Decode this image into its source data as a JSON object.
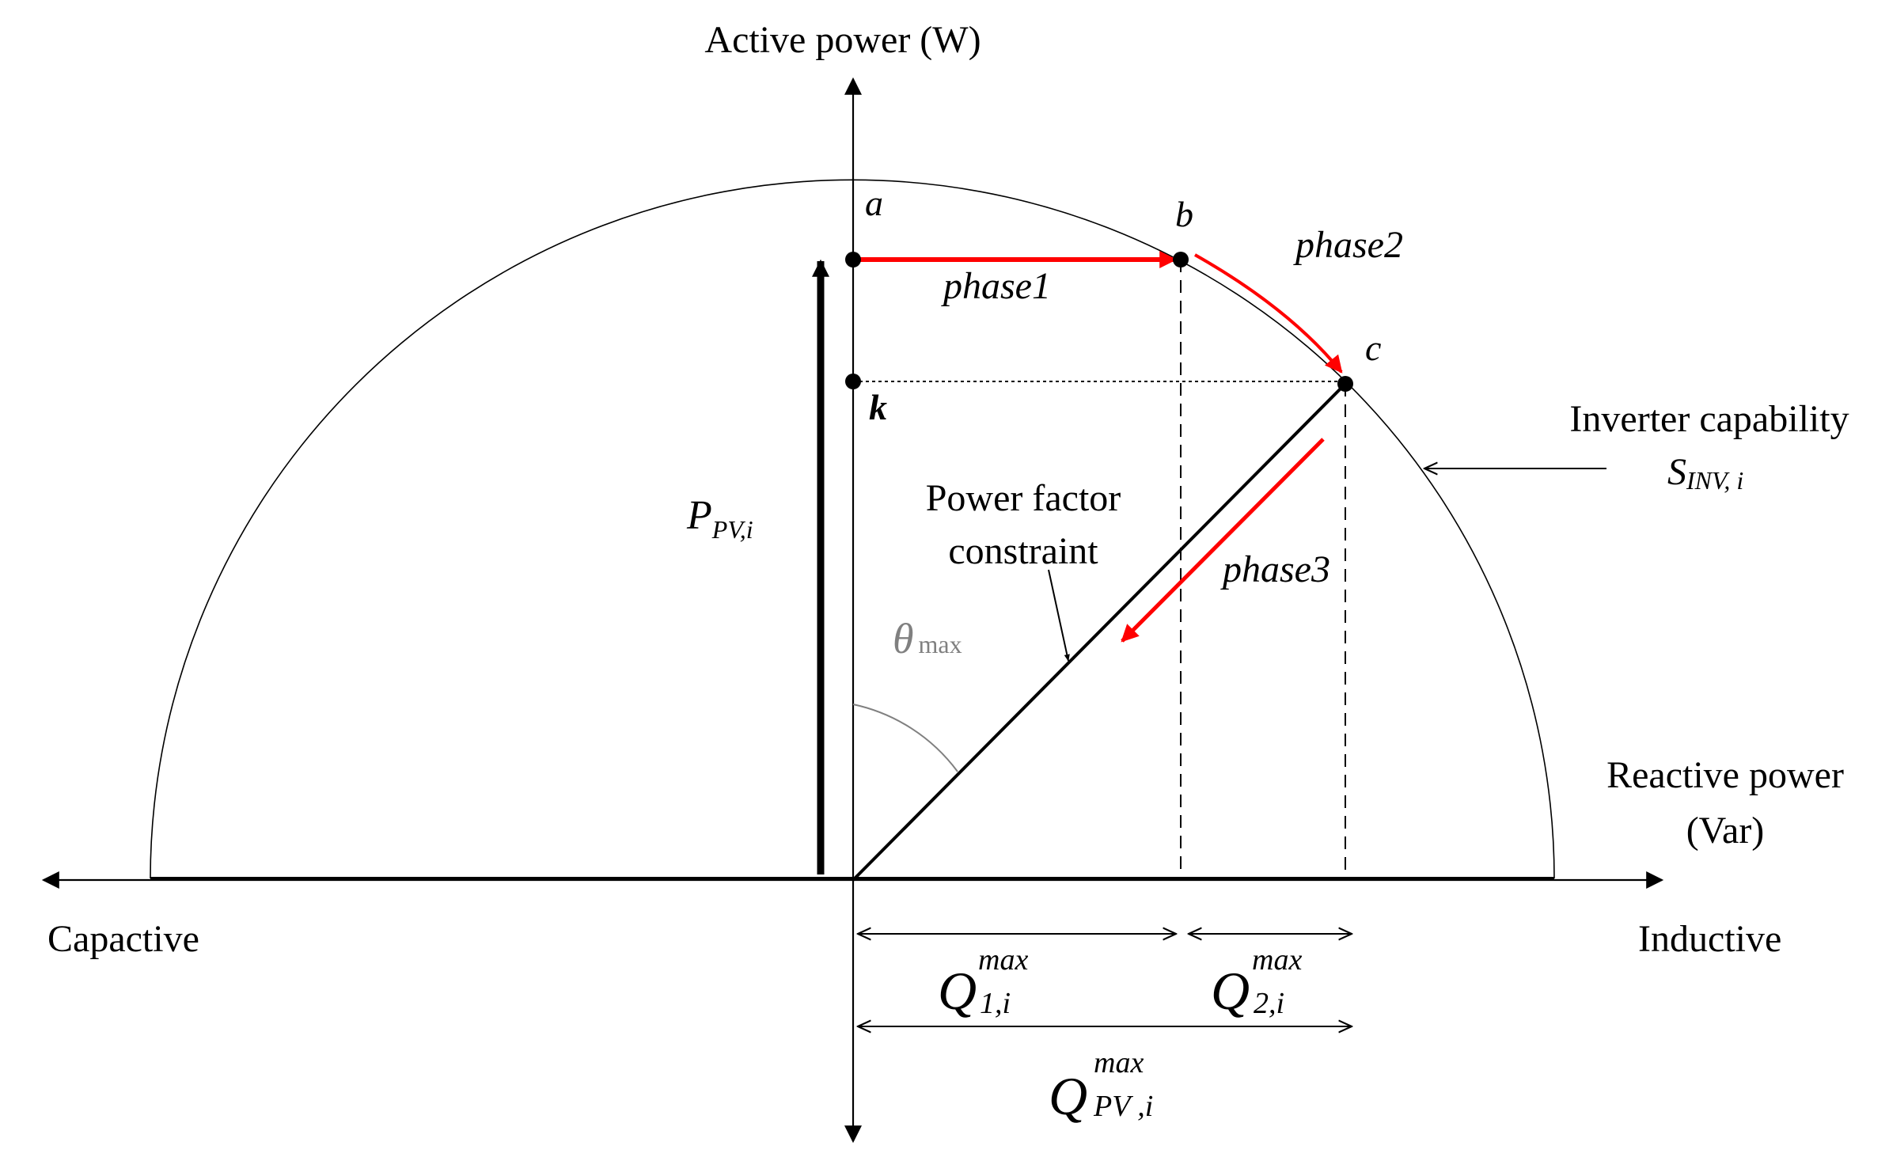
{
  "axes": {
    "vertical_title": "Active power (W)",
    "horizontal_title_line1": "Reactive power",
    "horizontal_title_line2": "(Var)",
    "left_label": "Capactive",
    "right_label": "Inductive"
  },
  "points": {
    "a": "a",
    "b": "b",
    "c": "c",
    "k": "k"
  },
  "phases": {
    "phase1": "phase1",
    "phase2": "phase2",
    "phase3": "phase3"
  },
  "constraint_line1": "Power factor",
  "constraint_line2": "constraint",
  "theta": {
    "symbol": "θ",
    "subscript": "max"
  },
  "inverter": {
    "line1": "Inverter capability",
    "symbol": "S",
    "subscript": "INV, i"
  },
  "ppv": {
    "symbol": "P",
    "subscript": "PV,i"
  },
  "q1": {
    "symbol": "Q",
    "sup": "max",
    "sub": "1,i"
  },
  "q2": {
    "symbol": "Q",
    "sup": "max",
    "sub": "2,i"
  },
  "qpv": {
    "symbol": "Q",
    "sup": "max",
    "sub": "PV ,i"
  },
  "colors": {
    "phase_arrows": "#ff0000",
    "theta": "#808080",
    "lines": "#000000"
  }
}
